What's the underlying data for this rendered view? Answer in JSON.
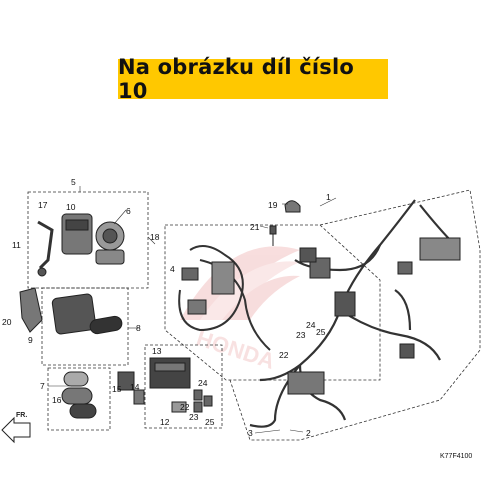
{
  "banner": {
    "text": "Na obrázku díl číslo 10",
    "color": "#ffc800"
  },
  "diagram": {
    "part_code": "K77F4100",
    "front_label": "FR.",
    "watermark": "HONDA",
    "callouts": [
      "1",
      "2",
      "3",
      "4",
      "5",
      "6",
      "7",
      "8",
      "9",
      "10",
      "11",
      "12",
      "13",
      "14",
      "15",
      "16",
      "17",
      "18",
      "19",
      "20",
      "21",
      "22",
      "23",
      "24",
      "25"
    ]
  }
}
